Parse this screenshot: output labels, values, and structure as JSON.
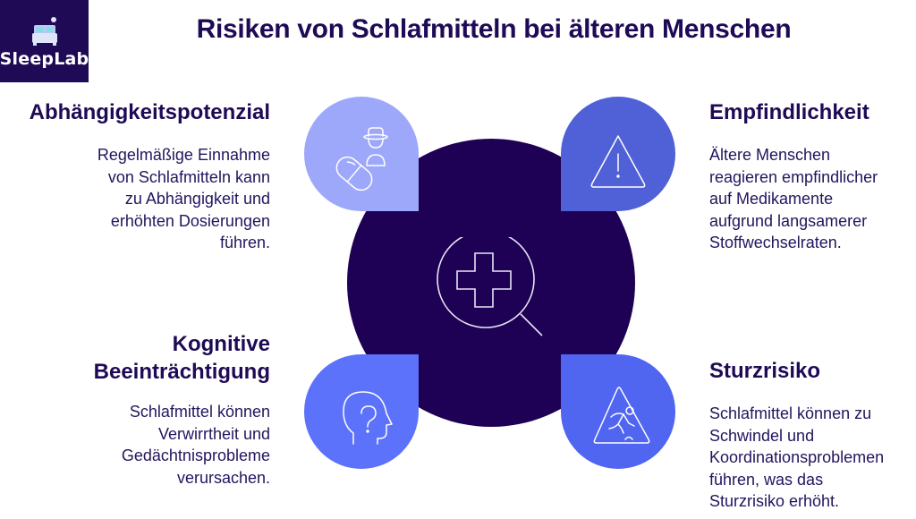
{
  "brand": {
    "name": "SleepLab",
    "icon": "bed-icon"
  },
  "title": "Risiken von Schlafmitteln bei älteren Menschen",
  "center": {
    "icon": "magnifier-medical-cross-icon"
  },
  "colors": {
    "dark": "#1e0054",
    "text": "#1e0a55",
    "petal_top_left": "#9ea8fb",
    "petal_top_right": "#5060d6",
    "petal_bottom_left": "#5d72fb",
    "petal_bottom_right": "#5065f0"
  },
  "risks": [
    {
      "id": "abhaengigkeit",
      "heading": "Abhängigkeitspotenzial",
      "icon": "pill-and-person-icon",
      "lines": [
        "Regelmäßige Einnahme",
        "von Schlafmitteln kann",
        "zu Abhängigkeit und",
        "erhöhten Dosierungen",
        "führen."
      ]
    },
    {
      "id": "empfindlichkeit",
      "heading": "Empfindlichkeit",
      "icon": "warning-triangle-icon",
      "lines": [
        "Ältere Menschen",
        "reagieren empfindlicher",
        "auf Medikamente",
        "aufgrund langsamerer",
        "Stoffwechselraten."
      ]
    },
    {
      "id": "kognitiv",
      "heading_lines": [
        "Kognitive",
        "Beeinträchtigung"
      ],
      "icon": "head-question-icon",
      "lines": [
        "Schlafmittel können",
        "Verwirrtheit und",
        "Gedächtnisprobleme",
        "verursachen."
      ]
    },
    {
      "id": "sturz",
      "heading": "Sturzrisiko",
      "icon": "falling-person-sign-icon",
      "lines": [
        "Schlafmittel können zu",
        "Schwindel und",
        "Koordinationsproblemen",
        "führen, was das",
        "Sturzrisiko erhöht."
      ]
    }
  ]
}
